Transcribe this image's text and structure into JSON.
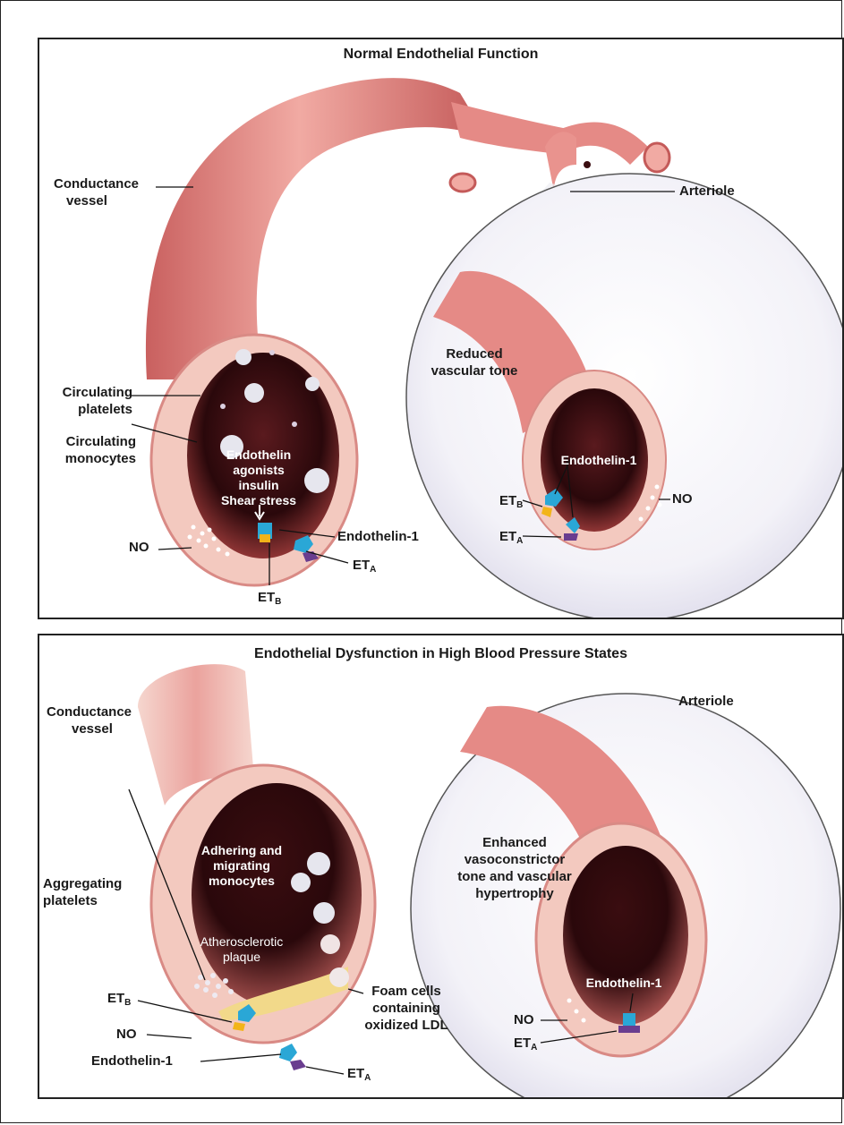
{
  "top": {
    "title": "Normal Endothelial Function",
    "labels": {
      "conductance_vessel": [
        "Conductance",
        "vessel"
      ],
      "arteriole": "Arteriole",
      "reduced_tone": [
        "Reduced",
        "vascular tone"
      ],
      "circ_platelets": [
        "Circulating",
        "platelets"
      ],
      "circ_monocytes": [
        "Circulating",
        "monocytes"
      ],
      "stimuli": [
        "Endothelin",
        "agonists",
        "insulin",
        "Shear stress"
      ],
      "no_left": "NO",
      "endothelin_left": "Endothelin-1",
      "eta_left": "ET",
      "eta_left_sub": "A",
      "etb_left": "ET",
      "etb_left_sub": "B",
      "endothelin_right": "Endothelin-1",
      "etb_right": "ET",
      "etb_right_sub": "B",
      "eta_right": "ET",
      "eta_right_sub": "A",
      "no_right": "NO"
    }
  },
  "bottom": {
    "title": "Endothelial Dysfunction in High Blood Pressure States",
    "labels": {
      "conductance_vessel": [
        "Conductance",
        "vessel"
      ],
      "arteriole": "Arteriole",
      "monocytes": [
        "Adhering and",
        "migrating",
        "monocytes"
      ],
      "plaque": [
        "Atherosclerotic",
        "plaque"
      ],
      "agg_platelets": [
        "Aggregating",
        "platelets"
      ],
      "etb_left": "ET",
      "etb_left_sub": "B",
      "no_left": "NO",
      "endothelin_left": "Endothelin-1",
      "eta_left": "ET",
      "eta_left_sub": "A",
      "foam_cells": [
        "Foam cells",
        "containing",
        "oxidized LDL"
      ],
      "enhanced": [
        "Enhanced",
        "vasoconstrictor",
        "tone and vascular",
        "hypertrophy"
      ],
      "endothelin_right": "Endothelin-1",
      "no_right": "NO",
      "eta_right": "ET",
      "eta_right_sub": "A"
    }
  },
  "colors": {
    "vessel": "#e58a86",
    "vessel_light": "#f4b7b0",
    "lumen": "#3a0d10",
    "wall": "#f3c9bf",
    "eta": "#6a3d8f",
    "etb": "#f2b419",
    "receptor_blue": "#2aa7d6"
  }
}
